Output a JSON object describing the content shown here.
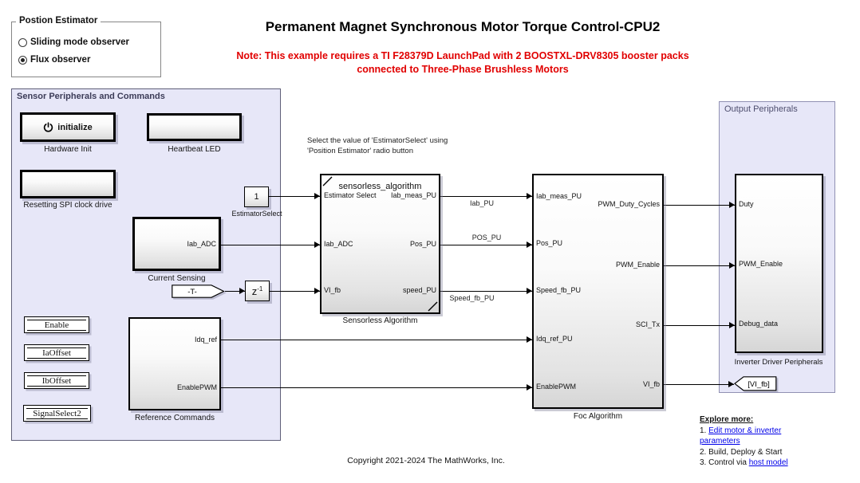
{
  "estimator_panel": {
    "title": "Postion Estimator",
    "options": [
      {
        "label": "Sliding mode observer",
        "selected": false
      },
      {
        "label": "Flux observer",
        "selected": true
      }
    ]
  },
  "header": {
    "title": "Permanent Magnet Synchronous Motor Torque Control-CPU2",
    "note_line1": "Note: This example requires a TI F28379D LaunchPad with 2 BOOSTXL-DRV8305 booster packs",
    "note_line2": "connected to Three-Phase Brushless Motors"
  },
  "sensor_panel": {
    "title": "Sensor Peripherals and Commands",
    "hardware_init": {
      "button_label": "initialize",
      "name": "Hardware Init"
    },
    "heartbeat_led": {
      "name": "Heartbeat LED"
    },
    "spi_block": {
      "name": "Resetting SPI clock drive"
    },
    "current_sensing": {
      "name": "Current Sensing",
      "output_port": "Iab_ADC"
    },
    "estimator_constant": {
      "value": "1",
      "name": "EstimatorSelect"
    },
    "from_tag": {
      "label": "-T-"
    },
    "unit_delay": {
      "base": "z",
      "exponent": "-1"
    },
    "data_stores": [
      {
        "label": "Enable"
      },
      {
        "label": "IaOffset"
      },
      {
        "label": "IbOffset"
      },
      {
        "label": "SignalSelect2"
      }
    ],
    "reference_commands": {
      "name": "Reference Commands",
      "output_ports": [
        "Idq_ref",
        "EnablePWM"
      ]
    }
  },
  "annotation": "Select the value of 'EstimatorSelect' using\n'Position Estimator' radio button",
  "sensorless": {
    "title": "sensorless_algorithm",
    "name": "Sensorless Algorithm",
    "inputs": [
      "Estimator Select",
      "Iab_ADC",
      "VI_fb"
    ],
    "outputs": [
      "Iab_meas_PU",
      "Pos_PU",
      "speed_PU"
    ]
  },
  "signals": {
    "iab": "Iab_PU",
    "pos": "POS_PU",
    "speed": "Speed_fb_PU"
  },
  "foc": {
    "name": "Foc Algorithm",
    "inputs": [
      "Iab_meas_PU",
      "Pos_PU",
      "Speed_fb_PU",
      "Idq_ref_PU",
      "EnablePWM"
    ],
    "outputs": [
      "PWM_Duty_Cycles",
      "PWM_Enable",
      "SCI_Tx",
      "VI_fb"
    ]
  },
  "output_panel": {
    "title": "Output Peripherals",
    "inverter": {
      "name": "Inverter Driver Peripherals",
      "inputs": [
        "Duty",
        "PWM_Enable",
        "Debug_data"
      ]
    },
    "goto_tag": "[VI_fb]"
  },
  "explore": {
    "heading": "Explore more:",
    "item1_prefix": "1. ",
    "item1_link": "Edit motor & inverter parameters",
    "item2": "2. Build, Deploy & Start",
    "item3_prefix": "3. Control via ",
    "item3_link": "host model"
  },
  "copyright": "Copyright 2021-2024 The MathWorks, Inc.",
  "colors": {
    "panel_fill": "#e7e7f8",
    "note_red": "#e10000",
    "link_blue": "#0000e8"
  }
}
